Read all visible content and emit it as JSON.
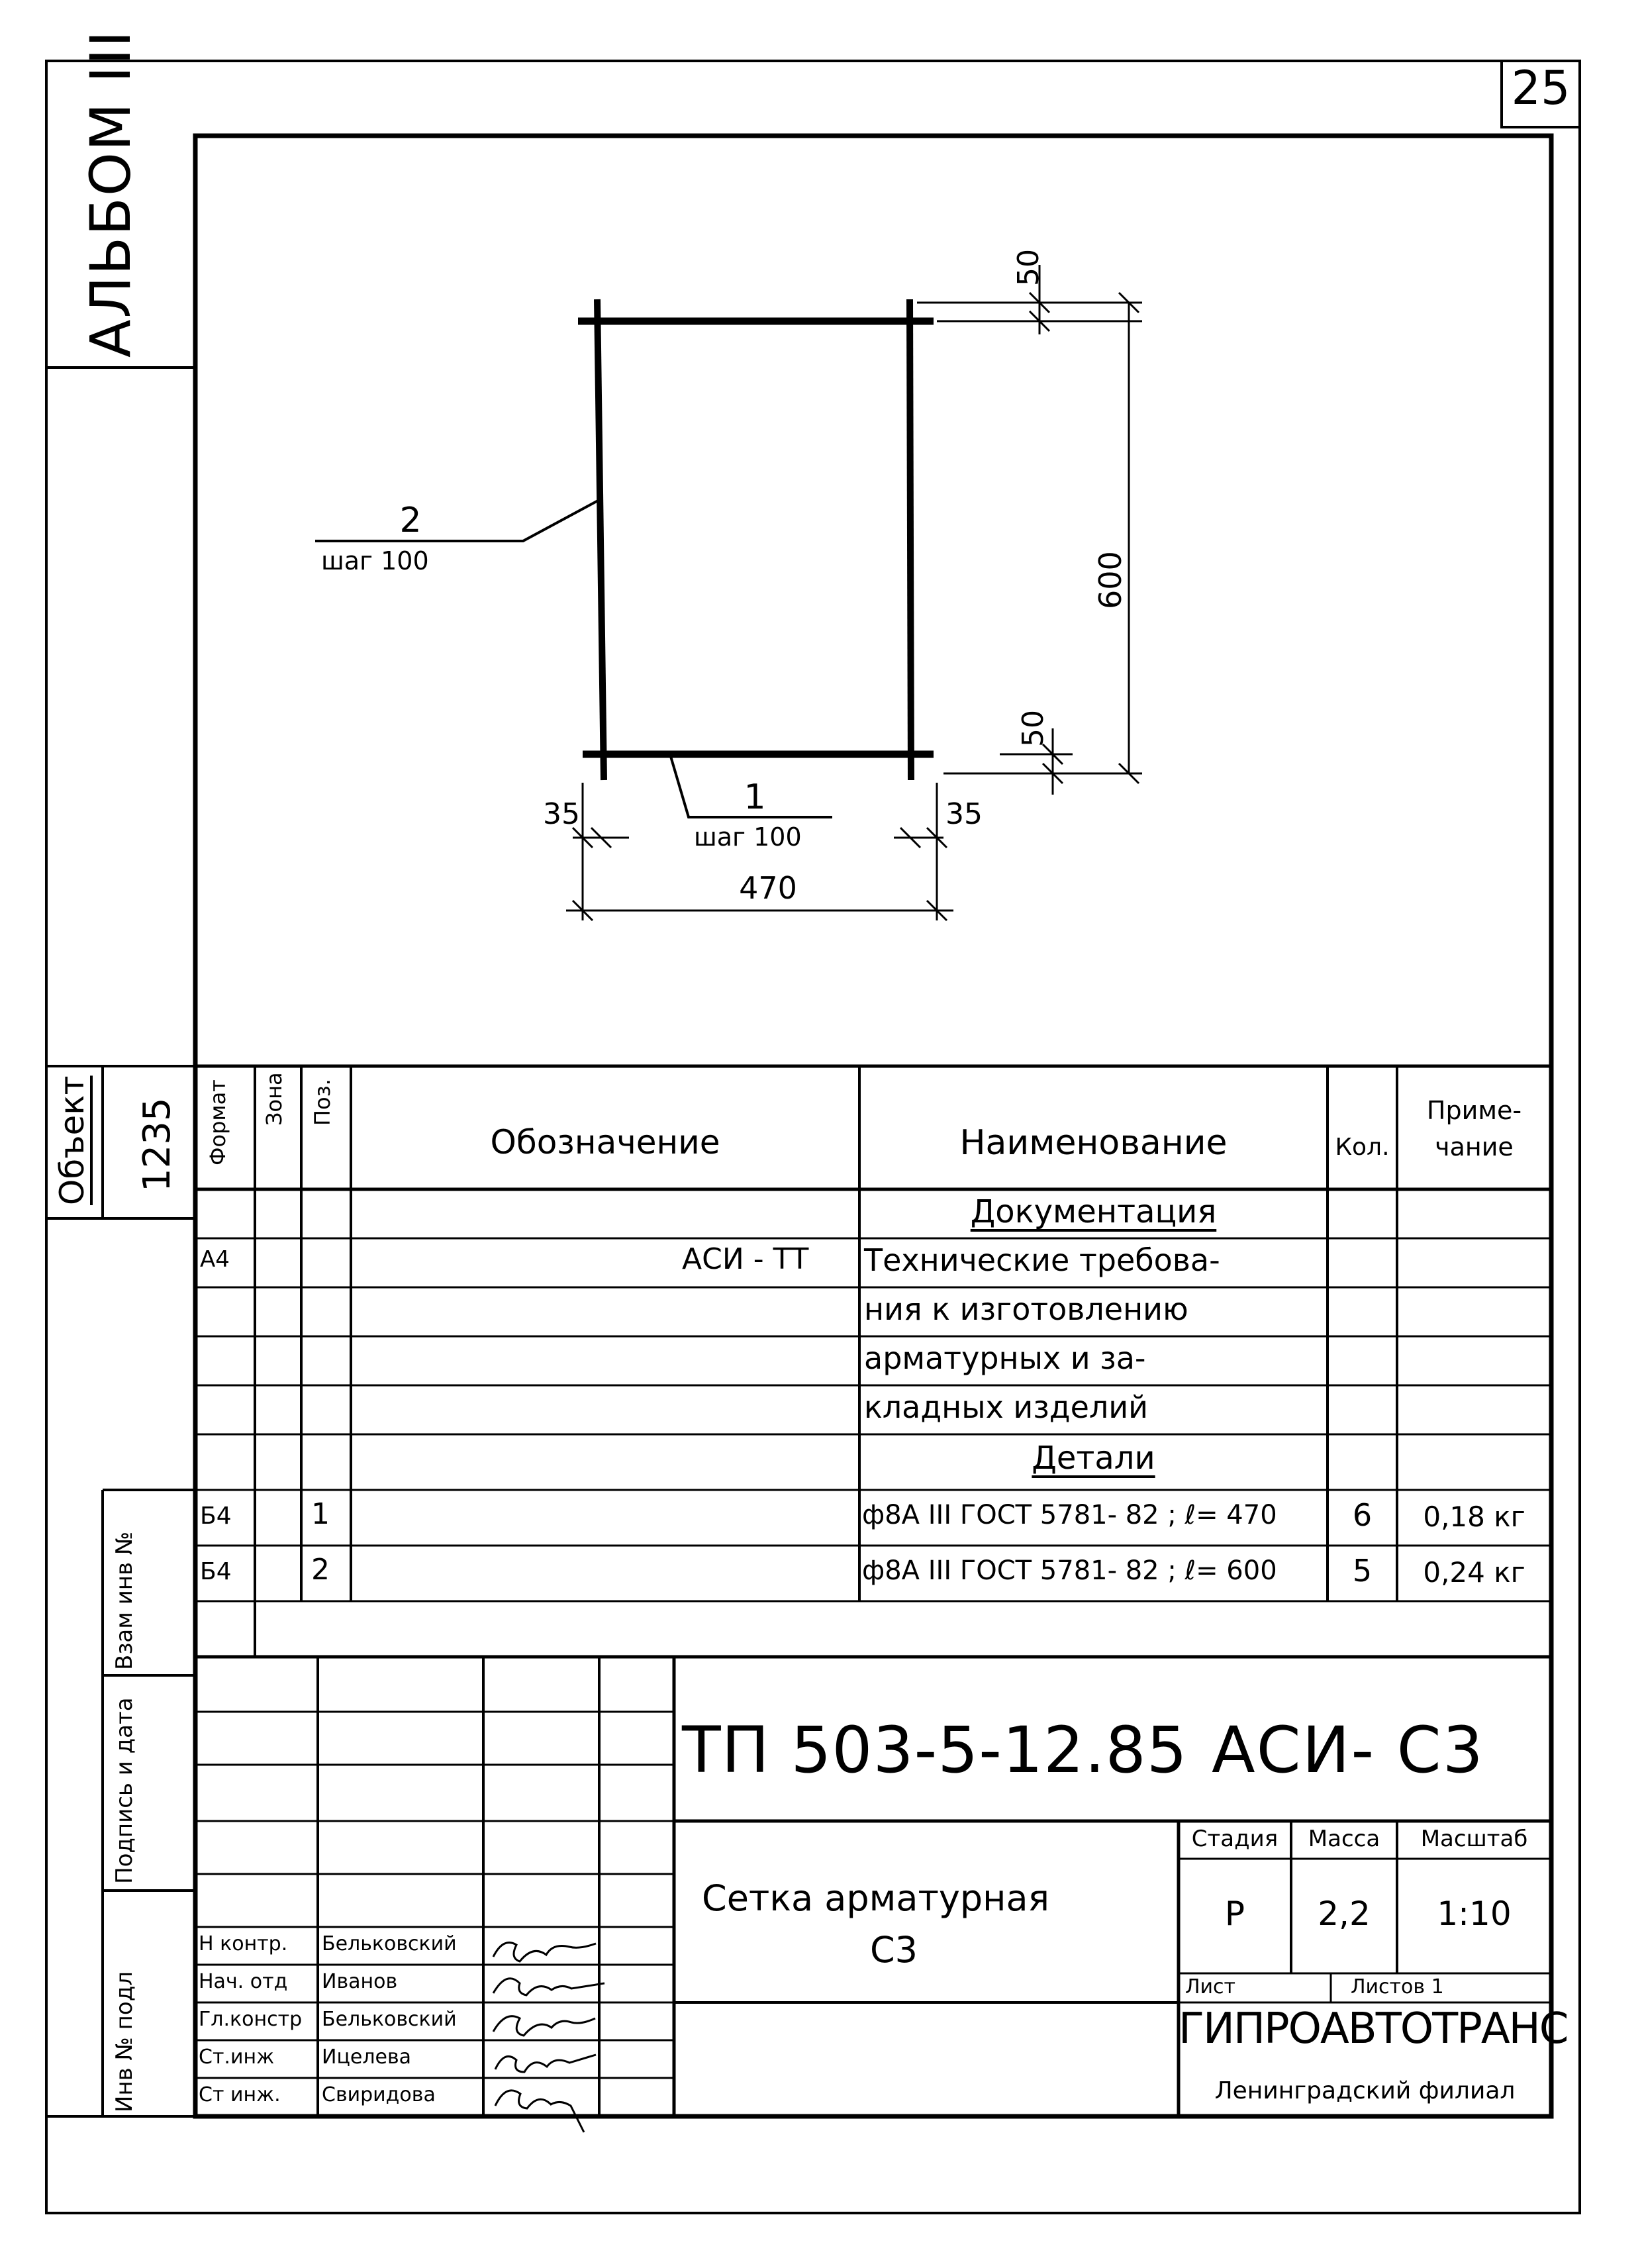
{
  "sheet_number": "25",
  "album": "АЛЬБОМ III",
  "object_label": "Объект",
  "object_number": "1235",
  "side_labels": {
    "inv_podl": "Инв № подл",
    "podpis_data": "Подпись и дата",
    "vzam_inv": "Взам инв №"
  },
  "drawing": {
    "pos2_number": "2",
    "pos2_step": "шаг 100",
    "pos1_number": "1",
    "pos1_step": "шаг 100",
    "dim_top_offset": "50",
    "dim_height": "600",
    "dim_bottom_offset": "50",
    "dim_left_offset": "35",
    "dim_right_offset": "35",
    "dim_width": "470"
  },
  "spec": {
    "headers": {
      "format": "Формат",
      "zone": "Зона",
      "pos": "Поз.",
      "designation": "Обозначение",
      "name": "Наименование",
      "qty": "Кол.",
      "note": "Приме-чание"
    },
    "section_docs": "Документация",
    "doc_row": {
      "format": "А4",
      "designation": "АСИ - ТТ",
      "name_lines": [
        "Технические требова-",
        "ния к изготовлению",
        "арматурных и за-",
        "кладных изделий"
      ]
    },
    "section_details": "Детали",
    "rows": [
      {
        "format": "Б4",
        "pos": "1",
        "name": "ф8А III ГОСТ 5781- 82 ; ℓ= 470",
        "qty": "6",
        "note": "0,18 кг"
      },
      {
        "format": "Б4",
        "pos": "2",
        "name": "ф8А III ГОСТ 5781- 82 ; ℓ= 600",
        "qty": "5",
        "note": "0,24 кг"
      }
    ]
  },
  "title_block": {
    "doc_code": "ТП 503-5-12.85",
    "sheet_code": "АСИ- С3",
    "title_line1": "Сетка арматурная",
    "title_line2": "С3",
    "stage_label": "Стадия",
    "mass_label": "Масса",
    "scale_label": "Масштаб",
    "stage": "Р",
    "mass": "2,2",
    "scale": "1:10",
    "sheet_label": "Лист",
    "sheets_label": "Листов 1",
    "org": "ГИПРОАВТОТРАНС",
    "branch": "Ленинградский филиал",
    "people": [
      {
        "role": "Н контр.",
        "name": "Бельковский"
      },
      {
        "role": "Нач. отд",
        "name": "Иванов"
      },
      {
        "role": "Гл.констр",
        "name": "Бельковский"
      },
      {
        "role": "Ст.инж",
        "name": "Ицелева"
      },
      {
        "role": "Ст инж.",
        "name": "Свиридова"
      }
    ]
  }
}
